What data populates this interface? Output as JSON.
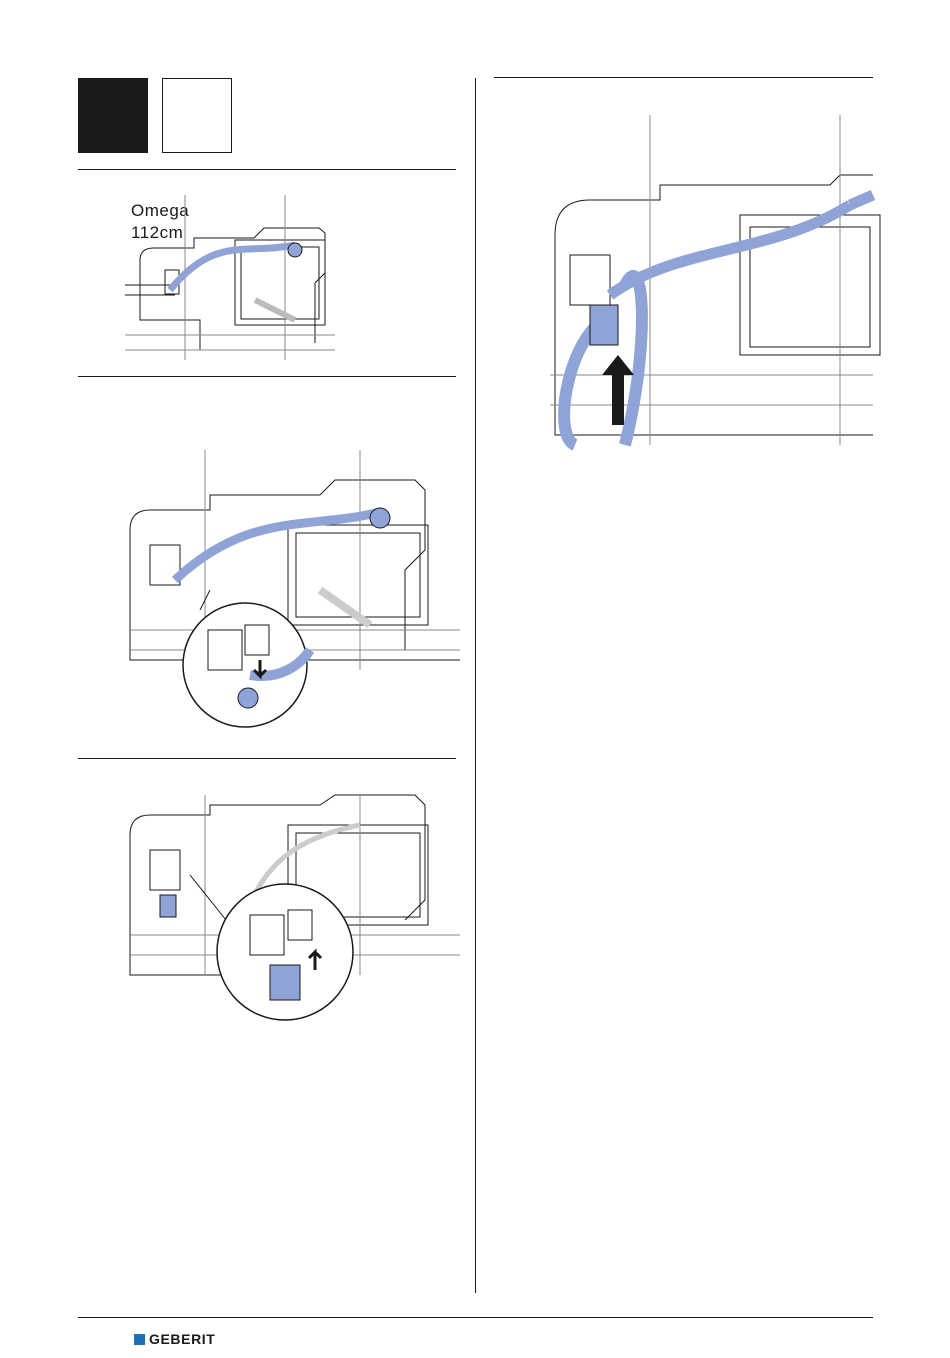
{
  "header": {
    "step_box_black": "",
    "step_box_white": ""
  },
  "illustration_1": {
    "label_line1": "Omega",
    "label_line2": "112cm"
  },
  "footer": {
    "brand": "GEBERIT",
    "brand_color": "#1f6fb4"
  },
  "colors": {
    "hose": "#8fa3d6",
    "hose_dark": "#5f6fb0",
    "line": "#1a1a1a"
  }
}
